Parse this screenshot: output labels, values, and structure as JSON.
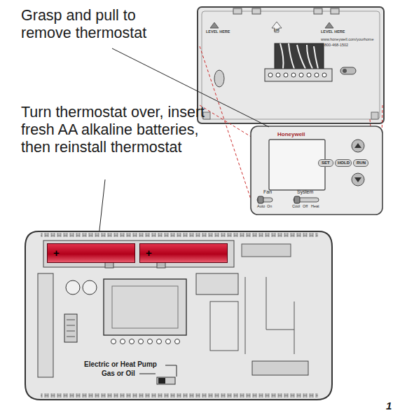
{
  "diagram": {
    "nodes": [
      {
        "text": [
          "LEVEL HERE",
          "LEVEL HERE",
          "UP",
          "www.honeywell.com/yourhome",
          "1-800-468-1502"
        ]
      },
      {
        "text": [
          "Honeywell",
          "Fan",
          "Auto",
          "On",
          "System",
          "Cool",
          "Off",
          "Heat"
        ]
      },
      {
        "text": [
          "SET"
        ],
        "in": 1
      },
      {
        "text": [
          "HOLD"
        ],
        "in": 1
      },
      {
        "text": [
          "RUN"
        ],
        "in": 1
      },
      {
        "text": [
          "Electric or Heat Pump",
          "Gas or Oil"
        ]
      },
      {
        "text": [
          "+"
        ],
        "in": 5
      },
      {
        "text": [
          "+"
        ],
        "in": 5
      }
    ],
    "labels": [
      "Grasp and pull to remove thermostat",
      "Turn thermostat over, insert fresh AA alkaline batteries, then reinstall thermostat",
      "1"
    ]
  }
}
